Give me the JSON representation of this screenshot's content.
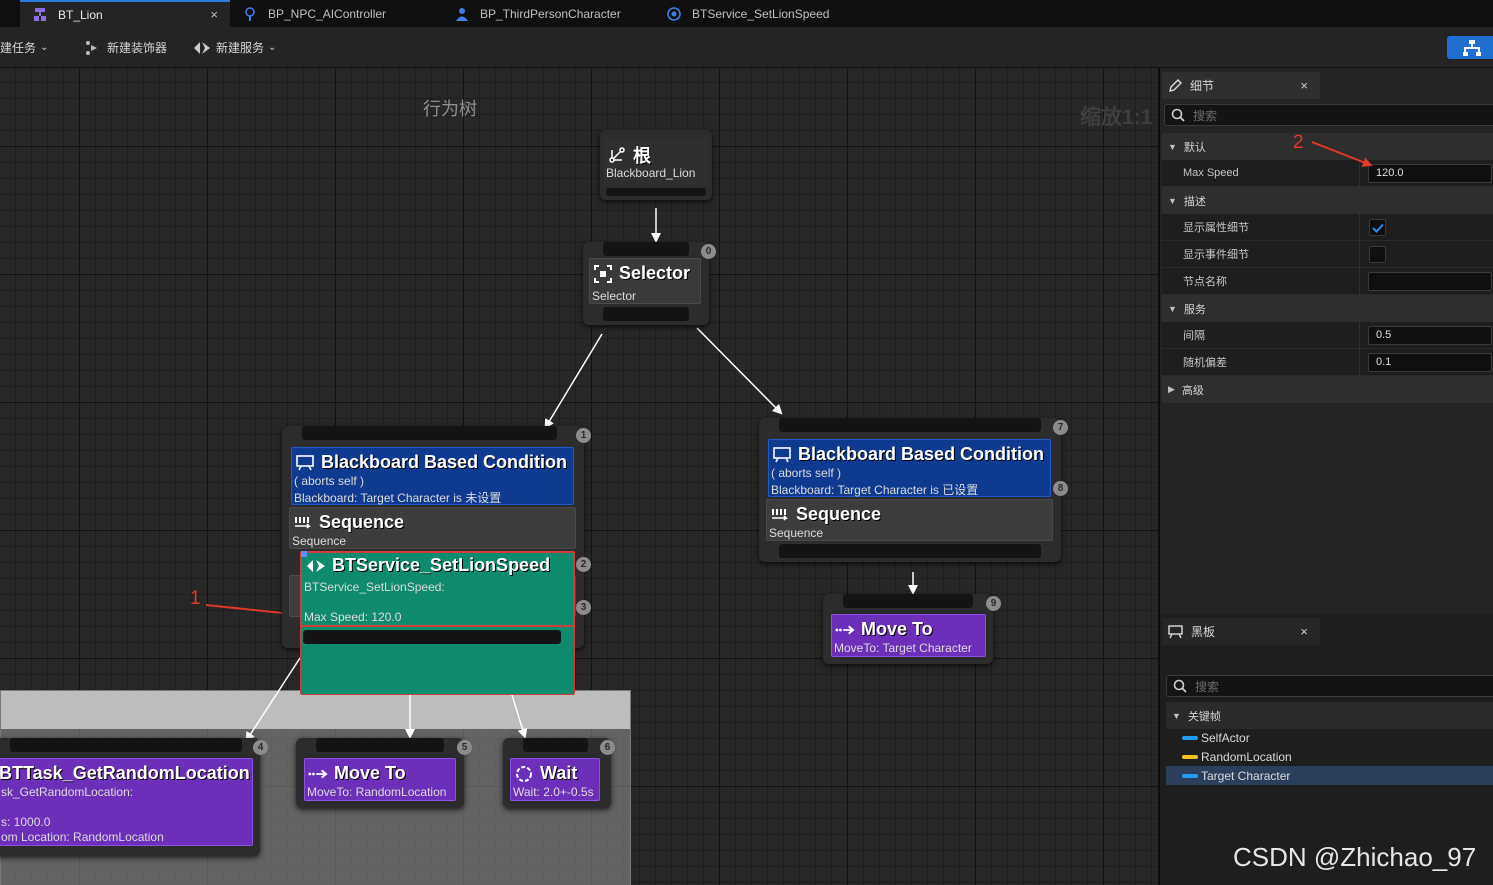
{
  "tabs": [
    {
      "label": "BT_Lion",
      "active": true,
      "icon": "behavior-tree-icon",
      "close": "×"
    },
    {
      "label": "BP_NPC_AIController",
      "active": false,
      "icon": "ai-controller-icon"
    },
    {
      "label": "BP_ThirdPersonCharacter",
      "active": false,
      "icon": "character-icon"
    },
    {
      "label": "BTService_SetLionSpeed",
      "active": false,
      "icon": "blueprint-icon"
    }
  ],
  "toolbar": {
    "new_task": "新建任务",
    "new_decorator": "新建装饰器",
    "new_service": "新建服务"
  },
  "graph": {
    "title": "行为树",
    "zoom": "缩放1:1"
  },
  "nodes": {
    "root": {
      "title": "根",
      "sub": "Blackboard_Lion"
    },
    "selector": {
      "title": "Selector",
      "sub": "Selector",
      "index": "0"
    },
    "left_condition": {
      "title": "Blackboard Based Condition",
      "line1": "( aborts self )",
      "line2": "Blackboard: Target Character is 未设置",
      "index_top": "1",
      "index": "2"
    },
    "left_sequence": {
      "title": "Sequence",
      "sub": "Sequence",
      "index": "3"
    },
    "service": {
      "title": "BTService_SetLionSpeed",
      "line1": "BTService_SetLionSpeed:",
      "line2": "Max Speed: 120.0"
    },
    "right_condition": {
      "title": "Blackboard Based Condition",
      "line1": "( aborts self )",
      "line2": "Blackboard: Target Character is 已设置",
      "index_top": "7",
      "index": "8"
    },
    "right_sequence": {
      "title": "Sequence",
      "sub": "Sequence"
    },
    "right_moveto": {
      "title": "Move To",
      "sub": "MoveTo: Target Character",
      "index": "9"
    },
    "task_random": {
      "title": "BTTask_GetRandomLocation",
      "line1": "sk_GetRandomLocation:",
      "line2": "s: 1000.0",
      "line3": "om Location: RandomLocation",
      "index": "4"
    },
    "moveto_random": {
      "title": "Move To",
      "sub": "MoveTo: RandomLocation",
      "index": "5"
    },
    "wait": {
      "title": "Wait",
      "sub": "Wait: 2.0+-0.5s",
      "index": "6"
    }
  },
  "annotations": {
    "one": "1",
    "two": "2"
  },
  "details": {
    "tab": "细节",
    "search_placeholder": "搜索",
    "sections": {
      "default": "默认",
      "description": "描述",
      "service": "服务",
      "advanced": "高级"
    },
    "rows": {
      "max_speed": {
        "label": "Max Speed",
        "value": "120.0"
      },
      "show_property_details": {
        "label": "显示属性细节",
        "checked": true
      },
      "show_event_details": {
        "label": "显示事件细节",
        "checked": false
      },
      "node_name": {
        "label": "节点名称",
        "value": ""
      },
      "interval": {
        "label": "间隔",
        "value": "0.5"
      },
      "random_deviation": {
        "label": "随机偏差",
        "value": "0.1"
      }
    }
  },
  "blackboard": {
    "tab": "黑板",
    "search_placeholder": "搜索",
    "section": "关键帧",
    "keys": [
      {
        "name": "SelfActor",
        "color": "#1f9cf0"
      },
      {
        "name": "RandomLocation",
        "color": "#f0c020"
      },
      {
        "name": "Target Character",
        "color": "#1f9cf0",
        "selected": true
      }
    ]
  },
  "watermark": "CSDN @Zhichao_97",
  "colors": {
    "accent": "#1f6fd1",
    "decorator": "#0e3b8f",
    "task": "#6b2fb9",
    "service": "#0e8a6d",
    "annotation": "#e0382b"
  }
}
